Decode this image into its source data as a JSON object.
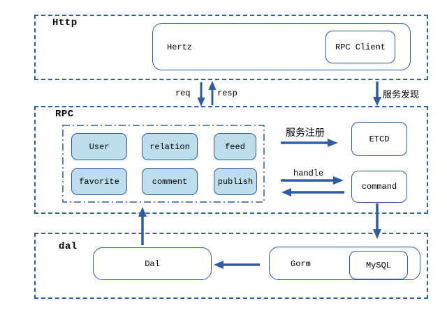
{
  "layers": {
    "http": {
      "label": "Http",
      "hertz_label": "Hertz",
      "rpc_client_label": "RPC Client"
    },
    "rpc": {
      "label": "RPC",
      "services": [
        "User",
        "relation",
        "feed",
        "favorite",
        "comment",
        "publish"
      ],
      "etcd_label": "ETCD",
      "command_label": "command"
    },
    "dal": {
      "label": "dal",
      "dal_label": "Dal",
      "gorm_label": "Gorm",
      "mysql_label": "MySQL"
    }
  },
  "arrow_labels": {
    "req": "req",
    "resp": "resp",
    "service_discovery": "服务发现",
    "service_registration": "服务注册",
    "handle": "handle"
  },
  "colors": {
    "line_blue": "#2e5ca6",
    "service_fill": "#bcdde9",
    "text": "#000000",
    "background": "#ffffff"
  }
}
